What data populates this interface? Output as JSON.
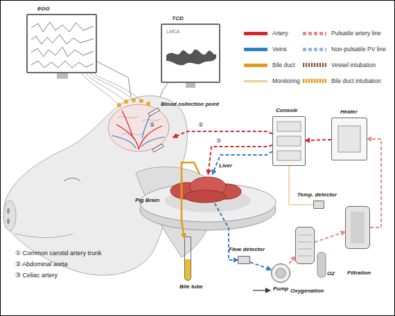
{
  "diagram": {
    "nodes": [
      {
        "text": [
          "EGG"
        ]
      },
      {
        "text": [
          "TCD",
          "LMCA"
        ]
      },
      {
        "text": [
          "Pig Brain"
        ]
      },
      {
        "text": [
          "Console"
        ]
      },
      {
        "text": [
          "Heater"
        ]
      },
      {
        "text": [
          "Liver"
        ]
      },
      {
        "text": [
          "Temp. detector"
        ]
      },
      {
        "text": [
          "Bile tube"
        ]
      },
      {
        "text": [
          "Flow detector"
        ]
      },
      {
        "text": [
          "Pump"
        ]
      },
      {
        "text": [
          "Oxygenation"
        ]
      },
      {
        "text": [
          "Filtration"
        ]
      }
    ],
    "edges": [
      {
        "from": 4,
        "to": 3,
        "arrow": "to"
      },
      {
        "from": 3,
        "to": 2,
        "arrow": "to"
      },
      {
        "from": 3,
        "to": 5,
        "arrow": "to"
      },
      {
        "from": 3,
        "to": 5,
        "arrow": "to"
      },
      {
        "from": 6,
        "to": 3,
        "arrow": "none"
      },
      {
        "from": 5,
        "to": 8,
        "arrow": "to"
      },
      {
        "from": 8,
        "to": 9,
        "arrow": "to"
      },
      {
        "from": 9,
        "to": 10,
        "arrow": "to"
      },
      {
        "from": 10,
        "to": 11,
        "arrow": "to"
      },
      {
        "from": 11,
        "to": 4,
        "arrow": "to"
      },
      {
        "from": 5,
        "to": 7,
        "arrow": "to"
      },
      {
        "from": 2,
        "to": 0,
        "arrow": "none"
      },
      {
        "from": 2,
        "to": 1,
        "arrow": "none"
      }
    ],
    "labels": [
      "Blood collection point",
      "①",
      "②",
      "③",
      "① Common carotid artery trunk",
      "② Abdominal aorta",
      "③ Celiac artery",
      "O2"
    ],
    "legend": [
      {
        "text": "Artery",
        "color": "#d7262b"
      },
      {
        "text": "Veins",
        "color": "#2f7cc8"
      },
      {
        "text": "Bile duct",
        "color": "#e39b1b"
      },
      {
        "text": "Monitoring",
        "color": "#f2c894"
      },
      {
        "text": "Pulsatile artery line"
      },
      {
        "text": "Non-pulsatile PV line"
      },
      {
        "text": "Vessel intubation"
      },
      {
        "text": "Bile duct intubation"
      }
    ]
  }
}
